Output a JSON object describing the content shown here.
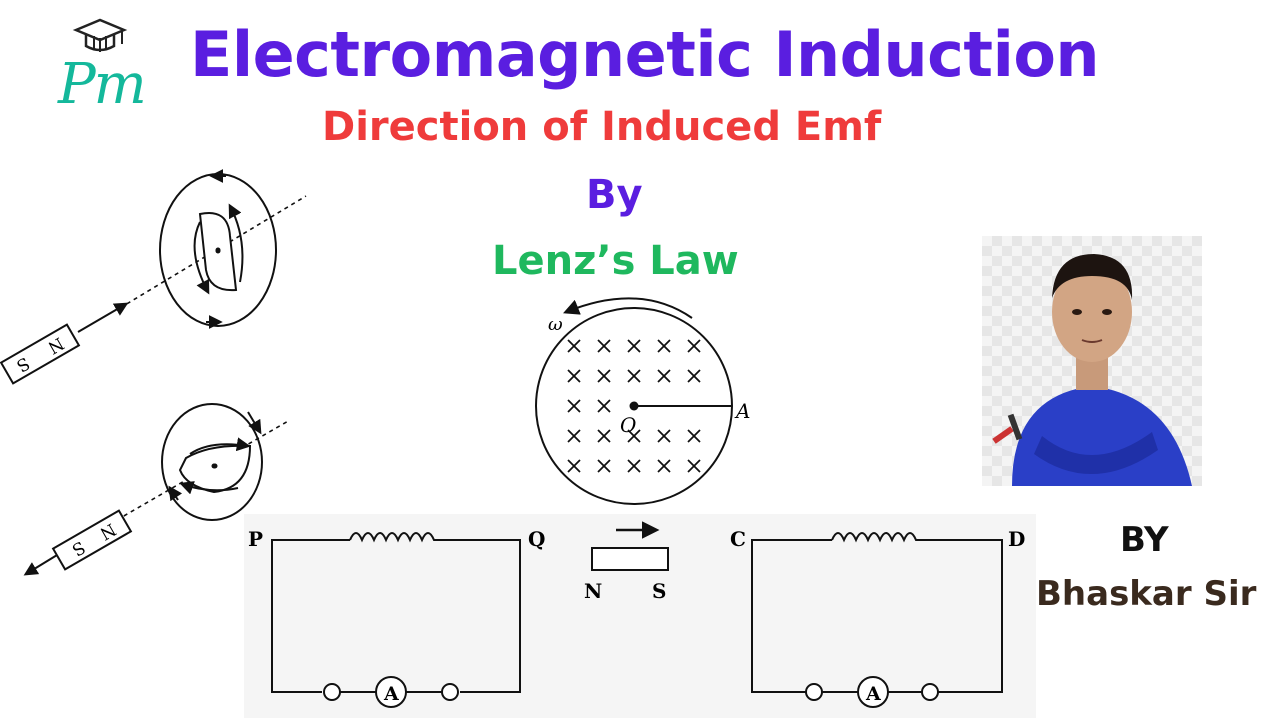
{
  "header": {
    "title": "Electromagnetic Induction",
    "subtitle": "Direction of Induced Emf",
    "by": "By",
    "law": "Lenz’s Law"
  },
  "logo": {
    "text": "Pm",
    "icon": "graduation-cap-icon"
  },
  "presenter": {
    "by": "BY",
    "name": "Bhaskar Sir"
  },
  "diagrams": {
    "magnet_top": {
      "s": "S",
      "n": "N"
    },
    "magnet_bottom": {
      "s": "S",
      "n": "N"
    },
    "disc": {
      "omega": "ω",
      "center": "O",
      "edge": "A"
    },
    "circuit_left": {
      "left": "P",
      "right": "Q",
      "meter": "A"
    },
    "circuit_right": {
      "left": "C",
      "right": "D",
      "meter": "A"
    },
    "bar_magnet": {
      "n": "N",
      "s": "S"
    }
  },
  "colors": {
    "title": "#5a1ee0",
    "subtitle": "#ef3b3b",
    "law": "#1fb85e",
    "logo": "#14b89b"
  }
}
